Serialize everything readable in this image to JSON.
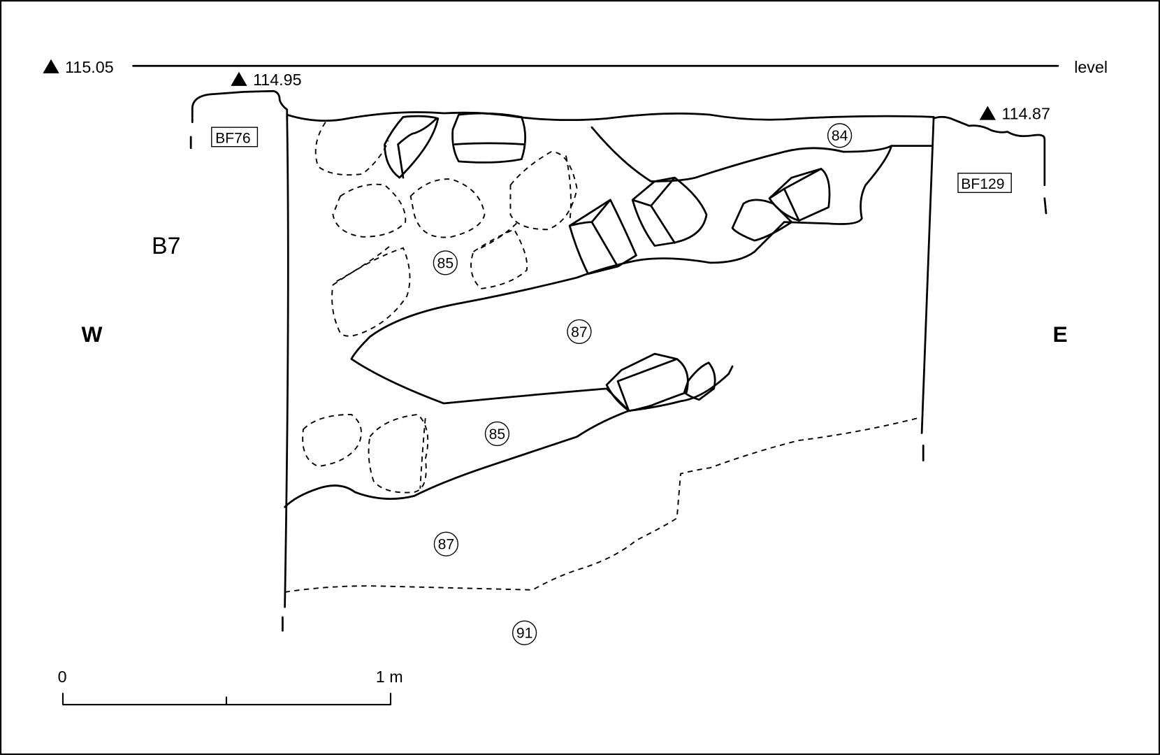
{
  "diagram": {
    "type": "archaeological-section",
    "datum": {
      "elevation": "115.05",
      "label": "level"
    },
    "elevations": [
      "114.95",
      "114.87"
    ],
    "trench": "B7",
    "orientation": {
      "west": "W",
      "east": "E"
    },
    "features": [
      "BF76",
      "BF129"
    ],
    "contexts": [
      "84",
      "85",
      "87",
      "85",
      "87",
      "91"
    ],
    "scale": {
      "start": "0",
      "end": "1 m"
    },
    "colors": {
      "line": "#000000",
      "background": "#ffffff"
    }
  }
}
